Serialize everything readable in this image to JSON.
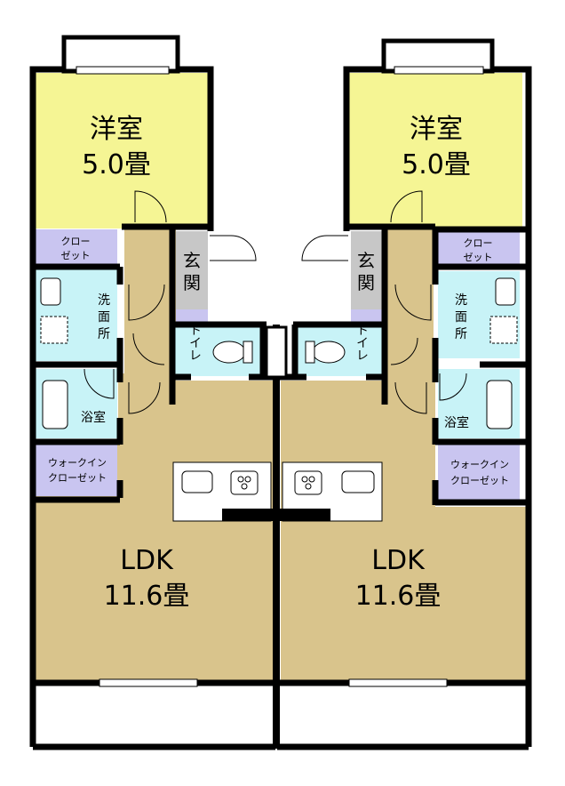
{
  "colors": {
    "western_room": "#F5F594",
    "closet": "#C9C5F0",
    "wet_area": "#C8F3F7",
    "ldk": "#D9C48C",
    "entrance": "#C7C7C7",
    "wall": "#000000"
  },
  "units": [
    {
      "western_room": {
        "name": "洋室",
        "size": "5.0畳"
      },
      "closet": [
        "クロー",
        "ゼット"
      ],
      "entrance": "玄関",
      "washroom": [
        "洗",
        "面",
        "所"
      ],
      "toilet": "トイレ",
      "bathroom": "浴室",
      "walkin": [
        "ウォークイン",
        "クローゼット"
      ],
      "ldk": {
        "name": "LDK",
        "size": "11.6畳"
      }
    },
    {
      "western_room": {
        "name": "洋室",
        "size": "5.0畳"
      },
      "closet": [
        "クロー",
        "ゼット"
      ],
      "entrance": "玄関",
      "washroom": [
        "洗",
        "面",
        "所"
      ],
      "toilet": "トイレ",
      "bathroom": "浴室",
      "walkin": [
        "ウォークイン",
        "クローゼット"
      ],
      "ldk": {
        "name": "LDK",
        "size": "11.6畳"
      }
    }
  ]
}
